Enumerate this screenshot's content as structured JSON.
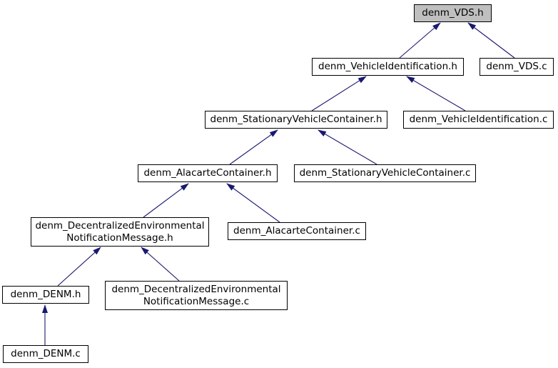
{
  "diagram": {
    "kind": "include-dependency-graph",
    "colors": {
      "node_fill": "#ffffff",
      "node_border": "#000000",
      "highlight_fill": "#bfbfbf",
      "edge": "#191970"
    },
    "nodes": [
      {
        "id": "denm_VDS.h",
        "lines": [
          "denm_VDS.h"
        ],
        "highlighted": true
      },
      {
        "id": "denm_VehicleIdentification.h",
        "lines": [
          "denm_VehicleIdentification.h"
        ],
        "highlighted": false
      },
      {
        "id": "denm_VDS.c",
        "lines": [
          "denm_VDS.c"
        ],
        "highlighted": false
      },
      {
        "id": "denm_StationaryVehicleContainer.h",
        "lines": [
          "denm_StationaryVehicleContainer.h"
        ],
        "highlighted": false
      },
      {
        "id": "denm_VehicleIdentification.c",
        "lines": [
          "denm_VehicleIdentification.c"
        ],
        "highlighted": false
      },
      {
        "id": "denm_AlacarteContainer.h",
        "lines": [
          "denm_AlacarteContainer.h"
        ],
        "highlighted": false
      },
      {
        "id": "denm_StationaryVehicleContainer.c",
        "lines": [
          "denm_StationaryVehicleContainer.c"
        ],
        "highlighted": false
      },
      {
        "id": "denm_DecentralizedEnvironmentalNotificationMessage.h",
        "lines": [
          "denm_DecentralizedEnvironmental",
          "NotificationMessage.h"
        ],
        "highlighted": false
      },
      {
        "id": "denm_AlacarteContainer.c",
        "lines": [
          "denm_AlacarteContainer.c"
        ],
        "highlighted": false
      },
      {
        "id": "denm_DENM.h",
        "lines": [
          "denm_DENM.h"
        ],
        "highlighted": false
      },
      {
        "id": "denm_DecentralizedEnvironmentalNotificationMessage.c",
        "lines": [
          "denm_DecentralizedEnvironmental",
          "NotificationMessage.c"
        ],
        "highlighted": false
      },
      {
        "id": "denm_DENM.c",
        "lines": [
          "denm_DENM.c"
        ],
        "highlighted": false
      }
    ],
    "edges": [
      {
        "from": "denm_VehicleIdentification.h",
        "to": "denm_VDS.h"
      },
      {
        "from": "denm_VDS.c",
        "to": "denm_VDS.h"
      },
      {
        "from": "denm_StationaryVehicleContainer.h",
        "to": "denm_VehicleIdentification.h"
      },
      {
        "from": "denm_VehicleIdentification.c",
        "to": "denm_VehicleIdentification.h"
      },
      {
        "from": "denm_AlacarteContainer.h",
        "to": "denm_StationaryVehicleContainer.h"
      },
      {
        "from": "denm_StationaryVehicleContainer.c",
        "to": "denm_StationaryVehicleContainer.h"
      },
      {
        "from": "denm_DecentralizedEnvironmentalNotificationMessage.h",
        "to": "denm_AlacarteContainer.h"
      },
      {
        "from": "denm_AlacarteContainer.c",
        "to": "denm_AlacarteContainer.h"
      },
      {
        "from": "denm_DENM.h",
        "to": "denm_DecentralizedEnvironmentalNotificationMessage.h"
      },
      {
        "from": "denm_DecentralizedEnvironmentalNotificationMessage.c",
        "to": "denm_DecentralizedEnvironmentalNotificationMessage.h"
      },
      {
        "from": "denm_DENM.c",
        "to": "denm_DENM.h"
      }
    ]
  }
}
